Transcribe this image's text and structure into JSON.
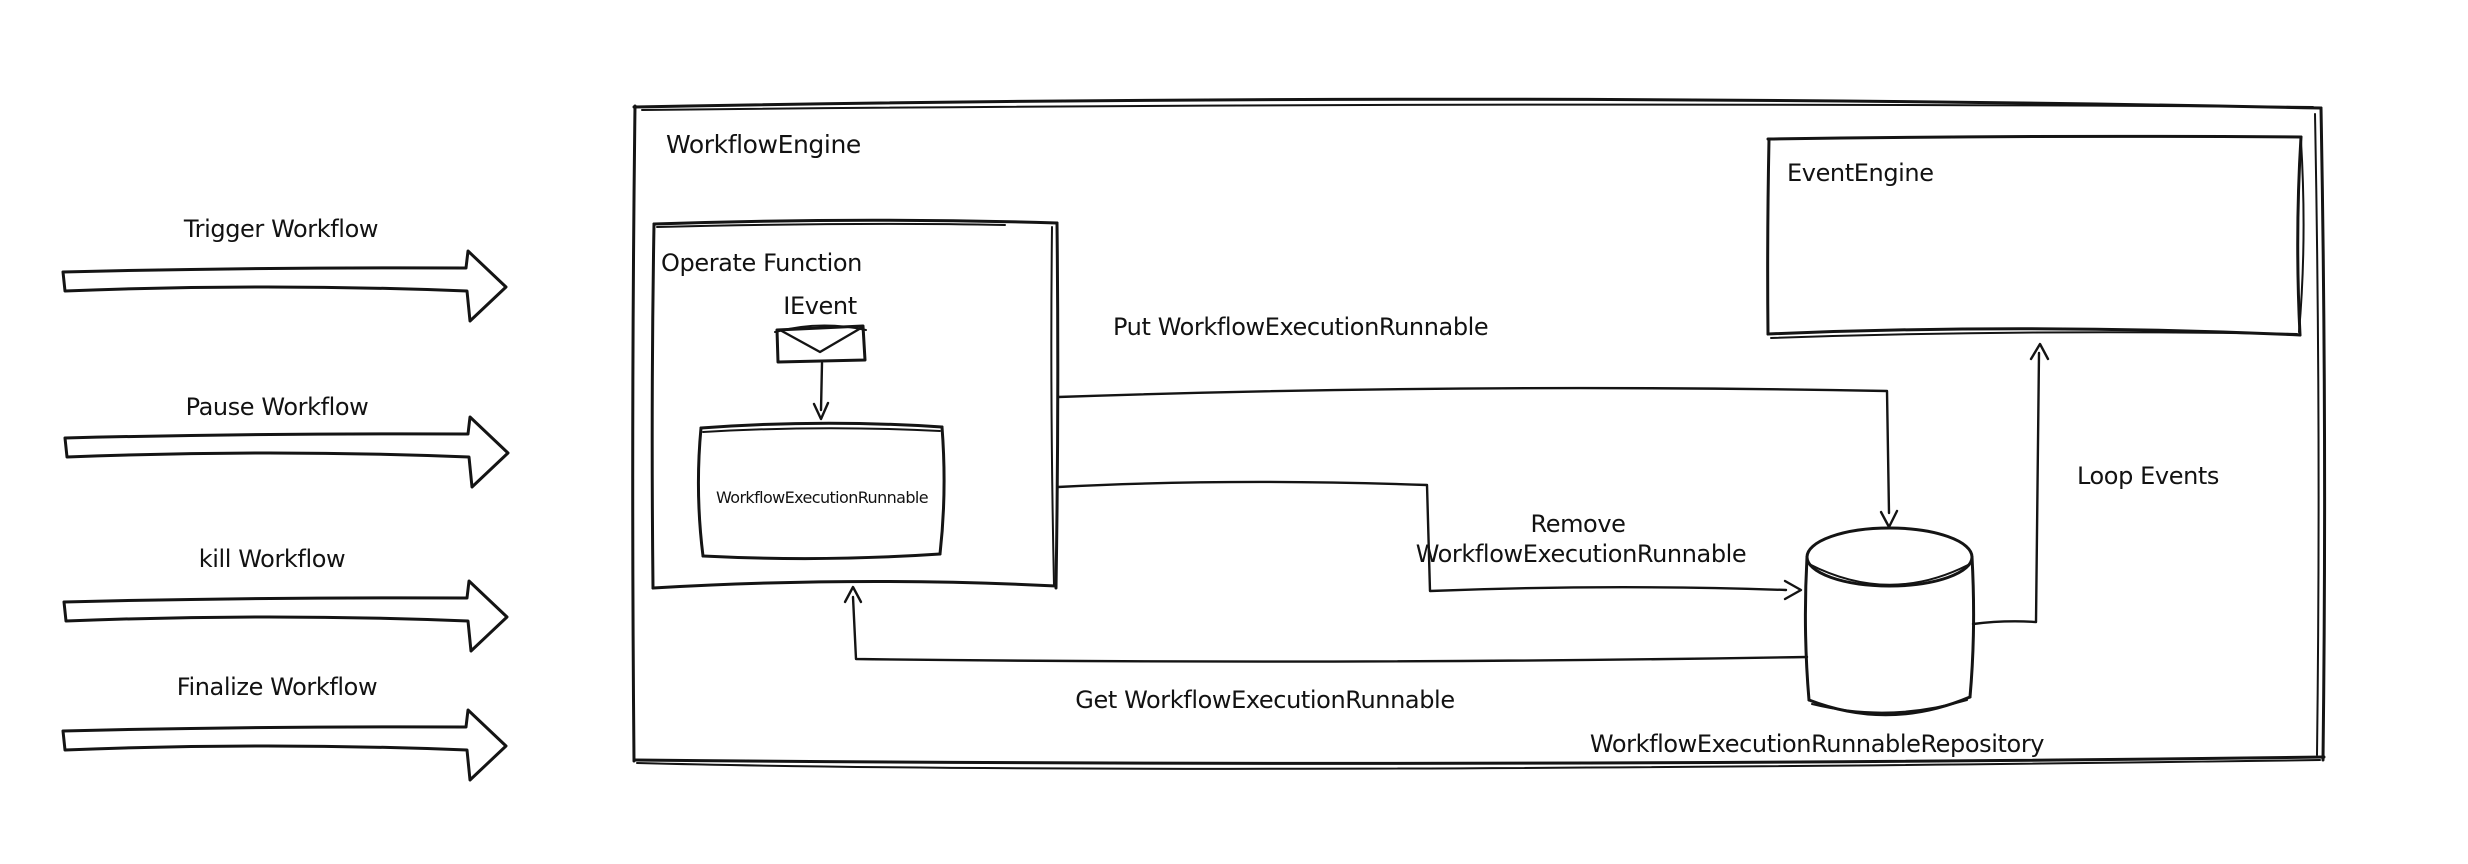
{
  "colors": {
    "background": "#ffffff",
    "ink": "#141414"
  },
  "external_triggers": [
    {
      "label": "Trigger Workflow"
    },
    {
      "label": "Pause Workflow"
    },
    {
      "label": "kill Workflow"
    },
    {
      "label": "Finalize Workflow"
    }
  ],
  "workflow_engine": {
    "title": "WorkflowEngine",
    "operate_function": {
      "title": "Operate Function",
      "ievent": {
        "label": "IEvent",
        "icon": "envelope-icon"
      },
      "runnable": {
        "label": "WorkflowExecutionRunnable"
      }
    },
    "event_engine": {
      "title": "EventEngine"
    },
    "repository": {
      "label": "WorkflowExecutionRunnableRepository",
      "icon": "database-cylinder-icon"
    },
    "flows": {
      "put": {
        "label": "Put WorkflowExecutionRunnable"
      },
      "remove": {
        "label_line1": "Remove",
        "label_line2": "WorkflowExecutionRunnable"
      },
      "get": {
        "label": "Get WorkflowExecutionRunnable"
      },
      "loop": {
        "label": "Loop Events"
      }
    }
  }
}
